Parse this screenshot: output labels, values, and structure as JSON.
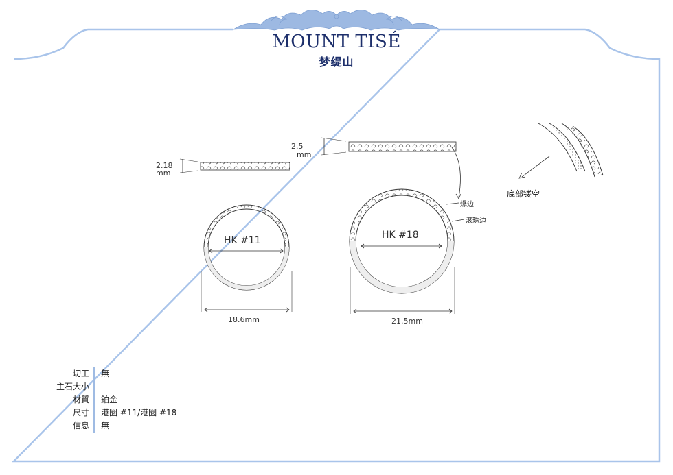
{
  "brand": {
    "name_en": "MOUNT TISÉ",
    "name_zh": "梦缇山"
  },
  "drawing": {
    "ring_small": {
      "thickness_label_1": "2.18",
      "thickness_label_2": "mm",
      "size_label": "HK #11",
      "width_label": "18.6mm"
    },
    "ring_large": {
      "thickness_label_1": "2.5",
      "thickness_label_2": "mm",
      "size_label": "HK #18",
      "width_label": "21.5mm",
      "note_1": "爆边",
      "note_2": "滚珠边"
    },
    "detail_callout": "底部镂空"
  },
  "specs": [
    {
      "label": "切工",
      "value": "無"
    },
    {
      "label": "主石大小",
      "value": ""
    },
    {
      "label": "材質",
      "value": "鉑金"
    },
    {
      "label": "尺寸",
      "value": "港圈 #11/港圈 #18"
    },
    {
      "label": "信息",
      "value": "無"
    }
  ],
  "colors": {
    "border": "#a9c4ea",
    "brand": "#1d2f6b",
    "ornament": "#9db9e2",
    "spec_divider": "#9fbbe3"
  },
  "icons": [
    "scroll-ornament-icon"
  ]
}
